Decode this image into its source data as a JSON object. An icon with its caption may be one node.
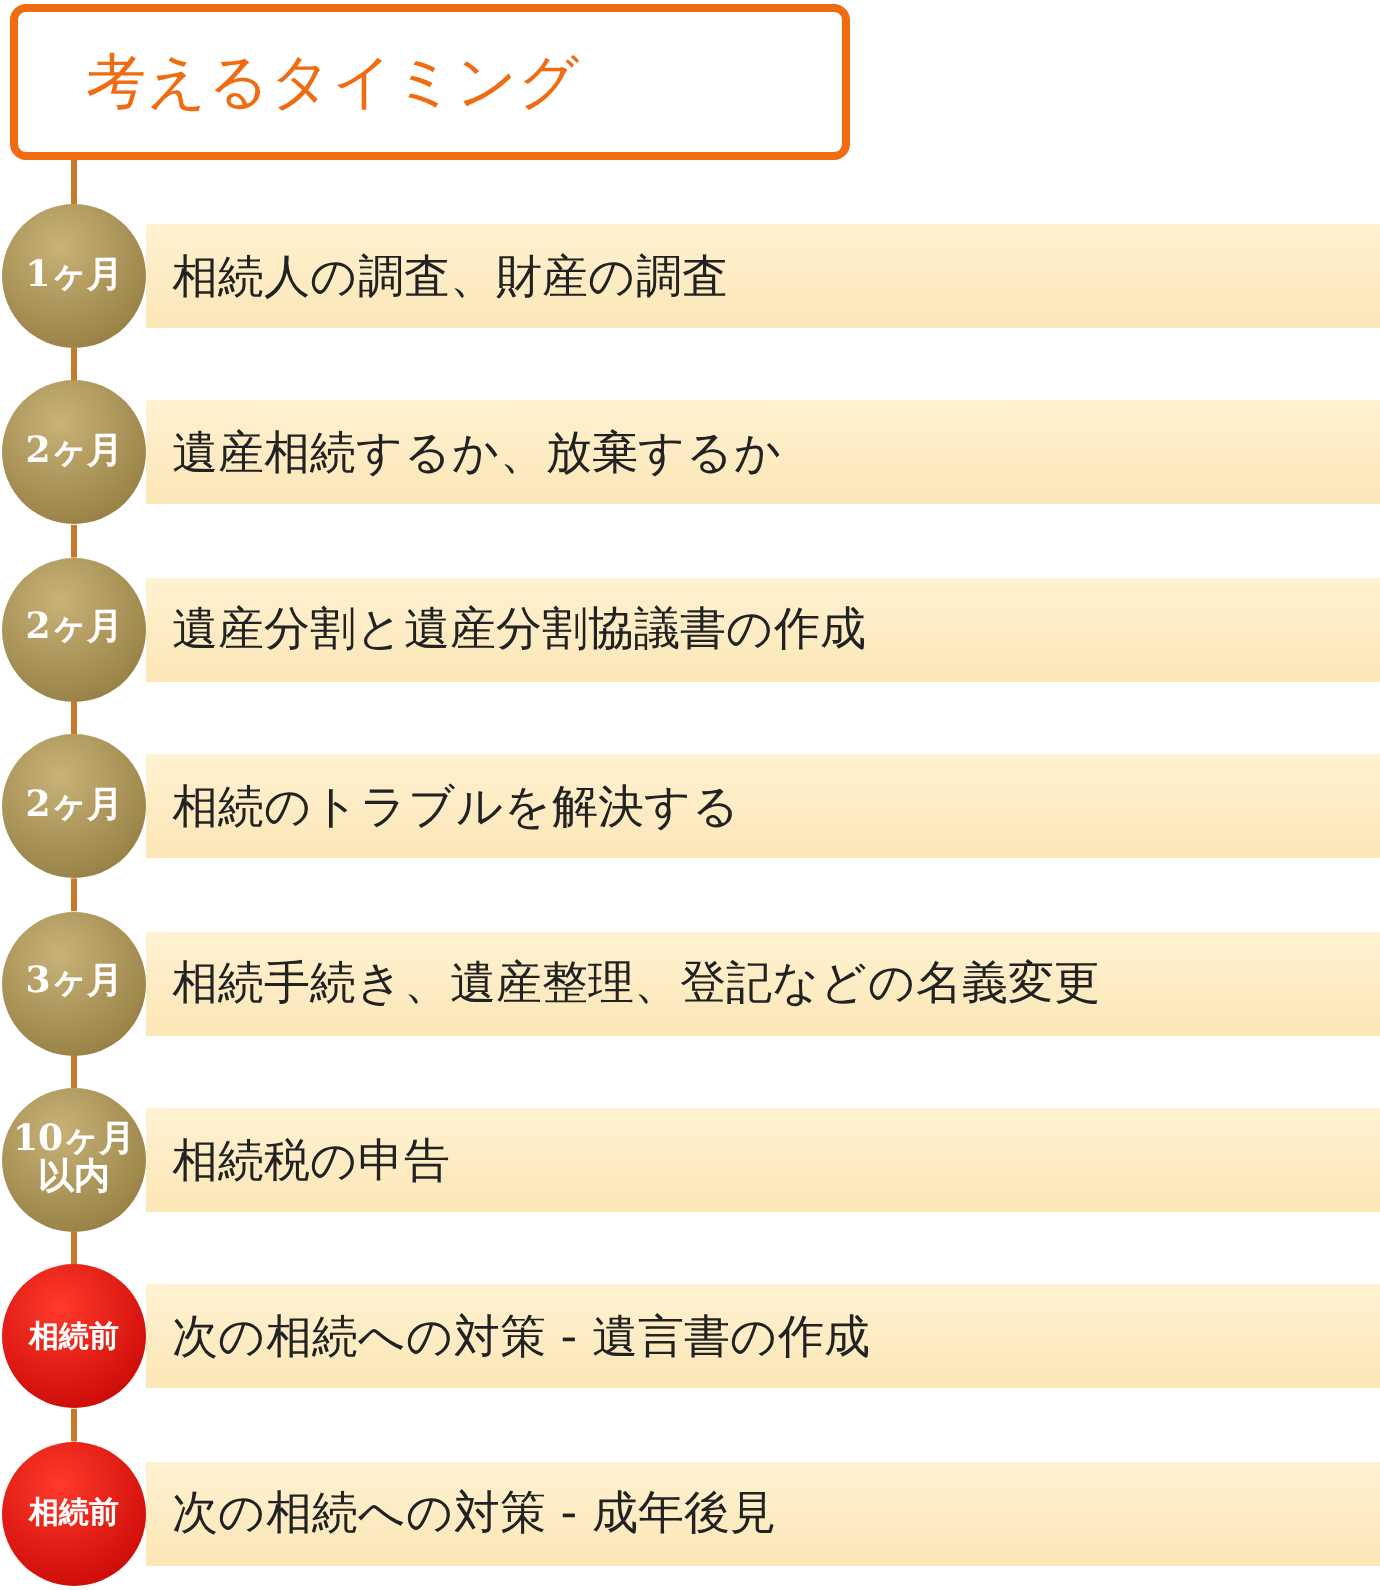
{
  "diagram": {
    "nodes": [
      {
        "text": [
          "考えるタイミング"
        ]
      },
      {
        "text": [
          "1ヶ月"
        ]
      },
      {
        "text": [
          "相続人の調査、財産の調査"
        ]
      },
      {
        "text": [
          "2ヶ月"
        ]
      },
      {
        "text": [
          "遺産相続するか、放棄するか"
        ]
      },
      {
        "text": [
          "2ヶ月"
        ]
      },
      {
        "text": [
          "遺産分割と遺産分割協議書の作成"
        ]
      },
      {
        "text": [
          "2ヶ月"
        ]
      },
      {
        "text": [
          "相続のトラブルを解決する"
        ]
      },
      {
        "text": [
          "3ヶ月"
        ]
      },
      {
        "text": [
          "相続手続き、遺産整理、登記などの名義変更"
        ]
      },
      {
        "text": [
          "10ヶ月以内"
        ]
      },
      {
        "text": [
          "相続税の申告"
        ]
      },
      {
        "text": [
          "相続前"
        ]
      },
      {
        "text": [
          "次の相続への対策 - 遺言書の作成"
        ]
      },
      {
        "text": [
          "相続前"
        ]
      },
      {
        "text": [
          "次の相続への対策 - 成年後見"
        ]
      }
    ],
    "edges": [
      {
        "from": 0,
        "to": 1,
        "arrow": "none"
      },
      {
        "from": 1,
        "to": 3,
        "arrow": "none"
      },
      {
        "from": 3,
        "to": 5,
        "arrow": "none"
      },
      {
        "from": 5,
        "to": 7,
        "arrow": "none"
      },
      {
        "from": 7,
        "to": 9,
        "arrow": "none"
      },
      {
        "from": 9,
        "to": 11,
        "arrow": "none"
      },
      {
        "from": 11,
        "to": 13,
        "arrow": "none"
      },
      {
        "from": 13,
        "to": 15,
        "arrow": "none"
      }
    ]
  }
}
